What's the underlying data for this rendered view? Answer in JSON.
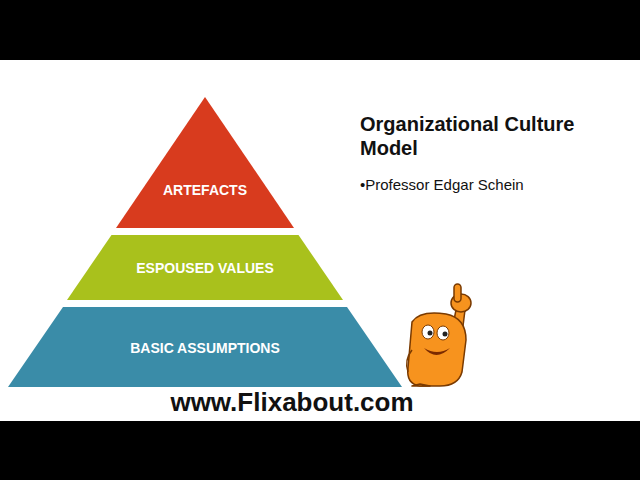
{
  "diagram": {
    "title": "Organizational Culture Model",
    "nodes": [
      {
        "text": [
          "ARTEFACTS"
        ]
      },
      {
        "text": [
          "ESPOUSED VALUES"
        ]
      },
      {
        "text": [
          "BASIC ASSUMPTIONS"
        ]
      }
    ],
    "labels": [
      "•Professor Edgar Schein",
      "www.Flixabout.com"
    ]
  }
}
